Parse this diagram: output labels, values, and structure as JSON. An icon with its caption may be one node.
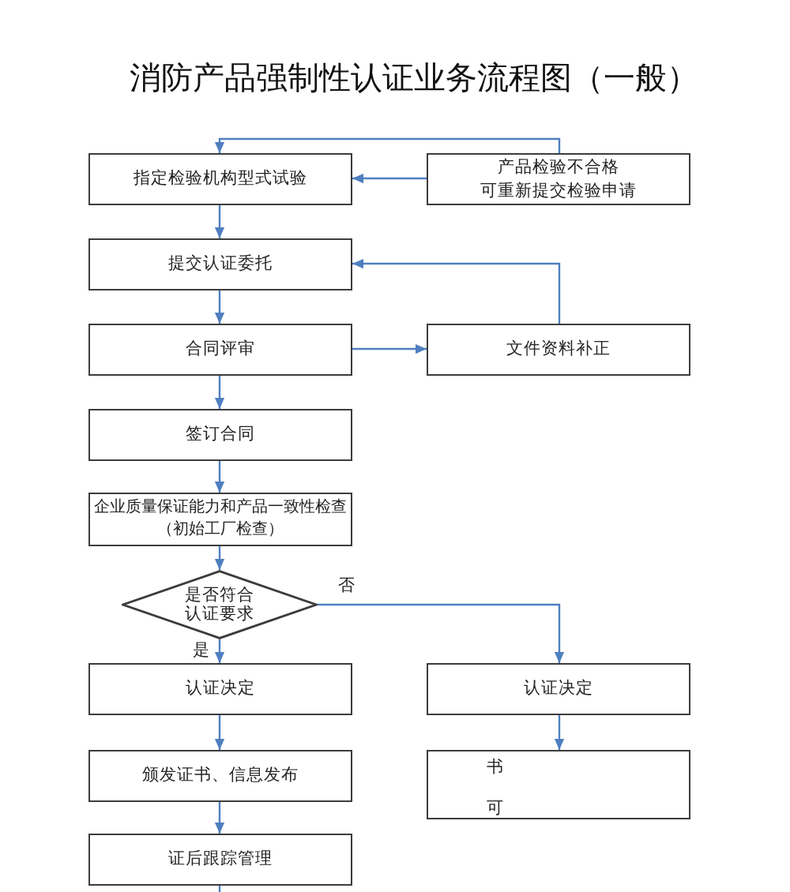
{
  "diagram": {
    "title": "消防产品强制性认证业务流程图（一般）",
    "nodes": [
      {
        "text": [
          "指定检验机构型式试验"
        ]
      },
      {
        "text": [
          "产品检验不合格可重新提交检验申请"
        ]
      },
      {
        "text": [
          "提交认证委托"
        ]
      },
      {
        "text": [
          "合同评审"
        ]
      },
      {
        "text": [
          "文件资料补正"
        ]
      },
      {
        "text": [
          "签订合同"
        ]
      },
      {
        "text": [
          "企业质量保证能力和产品一致性检查（初始工厂检查）"
        ]
      },
      {
        "text": [
          "是否符合认证要求"
        ]
      },
      {
        "text": [
          "认证决定"
        ]
      },
      {
        "text": [
          "认证决定"
        ]
      },
      {
        "text": [
          "颁发证书、信息发布"
        ]
      },
      {
        "text": [
          "书",
          "可"
        ]
      },
      {
        "text": [
          "证后跟踪管理"
        ]
      }
    ],
    "edges": [
      {
        "from": 1,
        "to": 0,
        "arrow": "to"
      },
      {
        "from": 1,
        "to": 0,
        "arrow": "to"
      },
      {
        "from": 0,
        "to": 2,
        "arrow": "to"
      },
      {
        "from": 2,
        "to": 3,
        "arrow": "to"
      },
      {
        "from": 3,
        "to": 4,
        "arrow": "to"
      },
      {
        "from": 4,
        "to": 2,
        "arrow": "to"
      },
      {
        "from": 3,
        "to": 5,
        "arrow": "to"
      },
      {
        "from": 5,
        "to": 6,
        "arrow": "to"
      },
      {
        "from": 6,
        "to": 7,
        "arrow": "to"
      },
      {
        "from": 7,
        "to": 8,
        "arrow": "to",
        "label": "是"
      },
      {
        "from": 7,
        "to": 9,
        "arrow": "to",
        "label": "否"
      },
      {
        "from": 8,
        "to": 10,
        "arrow": "to"
      },
      {
        "from": 9,
        "to": 11,
        "arrow": "to"
      },
      {
        "from": 10,
        "to": 12,
        "arrow": "to"
      },
      {
        "from": 12,
        "to": null,
        "arrow": "none"
      }
    ]
  }
}
